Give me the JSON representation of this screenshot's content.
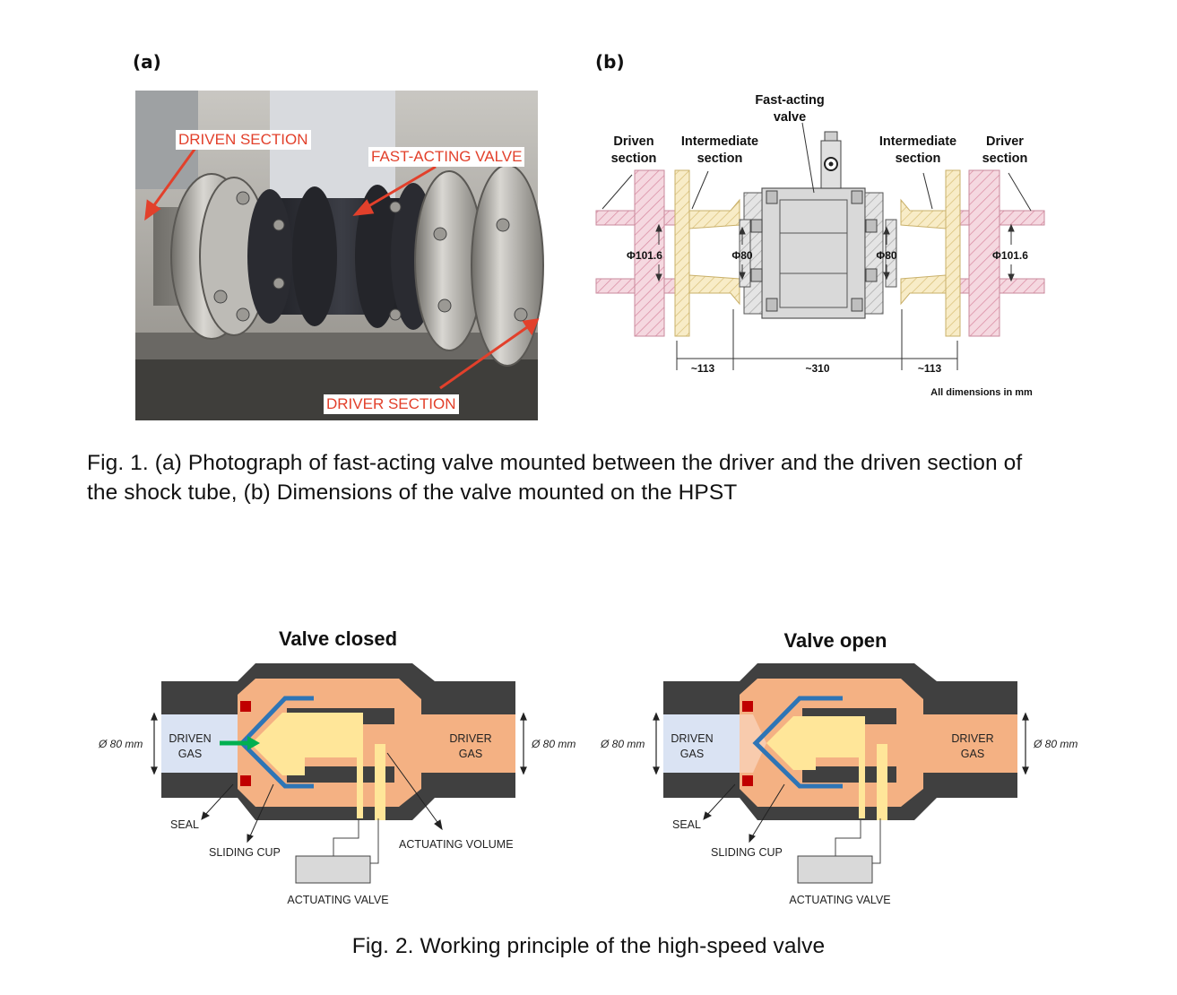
{
  "fig1": {
    "label_a": "(a)",
    "label_b": "(b)",
    "photo_tags": {
      "driven": "DRIVEN SECTION",
      "valve": "FAST-ACTING VALVE",
      "driver": "DRIVER SECTION"
    },
    "drawing": {
      "fast_acting_1": "Fast-acting",
      "fast_acting_2": "valve",
      "driven_1": "Driven",
      "driven_2": "section",
      "inter_left_1": "Intermediate",
      "inter_left_2": "section",
      "inter_right_1": "Intermediate",
      "inter_right_2": "section",
      "driver_1": "Driver",
      "driver_2": "section",
      "dia_left": "Φ101.6",
      "dia_inner_left": "Φ80",
      "dia_inner_right": "Φ80",
      "dia_right": "Φ101.6",
      "dim_left": "~113",
      "dim_mid": "~310",
      "dim_right": "~113",
      "units_note": "All dimensions in mm"
    },
    "caption_line1": "Fig. 1. (a) Photograph of fast-acting valve mounted between the driver and the driven section of",
    "caption_line2": "the shock tube, (b) Dimensions of the valve mounted on the HPST"
  },
  "fig2": {
    "closed": {
      "title": "Valve closed",
      "driven_1": "DRIVEN",
      "driven_2": "GAS",
      "driver_1": "DRIVER",
      "driver_2": "GAS",
      "dia_left": "Ø 80 mm",
      "dia_right": "Ø 80 mm",
      "seal": "SEAL",
      "sliding_cup": "SLIDING CUP",
      "actuating_volume": "ACTUATING VOLUME",
      "actuating_valve": "ACTUATING VALVE"
    },
    "open": {
      "title": "Valve open",
      "driven_1": "DRIVEN",
      "driven_2": "GAS",
      "driver_1": "DRIVER",
      "driver_2": "GAS",
      "dia_left": "Ø 80 mm",
      "dia_right": "Ø 80 mm",
      "seal": "SEAL",
      "sliding_cup": "SLIDING CUP",
      "actuating_valve": "ACTUATING VALVE"
    },
    "caption": "Fig. 2. Working principle of the high-speed valve"
  },
  "colors": {
    "tag_red": "#e2402b",
    "housing_dark": "#4a4a4a",
    "driver_gas": "#f4b183",
    "driven_gas": "#dae3f3",
    "actuator_yellow": "#ffe699",
    "cup_blue": "#2e75b6",
    "seal_red": "#c00000",
    "flow_green": "#00b050",
    "hatch_pink": "#e6a1b3",
    "hatch_yellow": "#ead79a"
  }
}
